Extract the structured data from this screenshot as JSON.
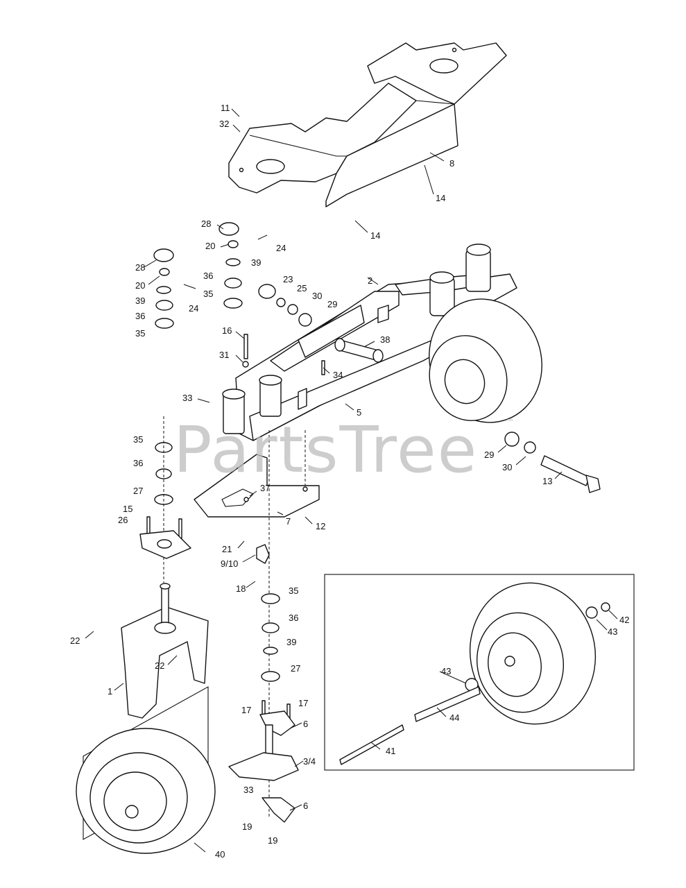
{
  "watermark": {
    "text": "PartsTree",
    "mark": "™"
  },
  "callouts": {
    "c11": "11",
    "c32": "32",
    "c8": "8",
    "c14a": "14",
    "c14b": "14",
    "c28a": "28",
    "c20a": "20",
    "c24a": "24",
    "c39a": "39",
    "c36a": "36",
    "c35a": "35",
    "c28b": "28",
    "c20b": "20",
    "c24b": "24",
    "c39b": "39",
    "c36b": "36",
    "c35b": "35",
    "c23": "23",
    "c25": "25",
    "c30a": "30",
    "c29a": "29",
    "c2": "2",
    "c16": "16",
    "c31": "31",
    "c38": "38",
    "c34": "34",
    "c33a": "33",
    "c5": "5",
    "c35c": "35",
    "c36c": "36",
    "c27a": "27",
    "c37": "37",
    "c15": "15",
    "c26": "26",
    "c7": "7",
    "c12": "12",
    "c21": "21",
    "c9_10": "9/10",
    "c18": "18",
    "c29b": "29",
    "c30b": "30",
    "c13": "13",
    "c35d": "35",
    "c36d": "36",
    "c39c": "39",
    "c27b": "27",
    "c22a": "22",
    "c22b": "22",
    "c1": "1",
    "c17a": "17",
    "c17b": "17",
    "c6a": "6",
    "c3_4": "3/4",
    "c33b": "33",
    "c6b": "6",
    "c19a": "19",
    "c19b": "19",
    "c40": "40",
    "c42": "42",
    "c43a": "43",
    "c43b": "43",
    "c44": "44",
    "c41": "41"
  }
}
